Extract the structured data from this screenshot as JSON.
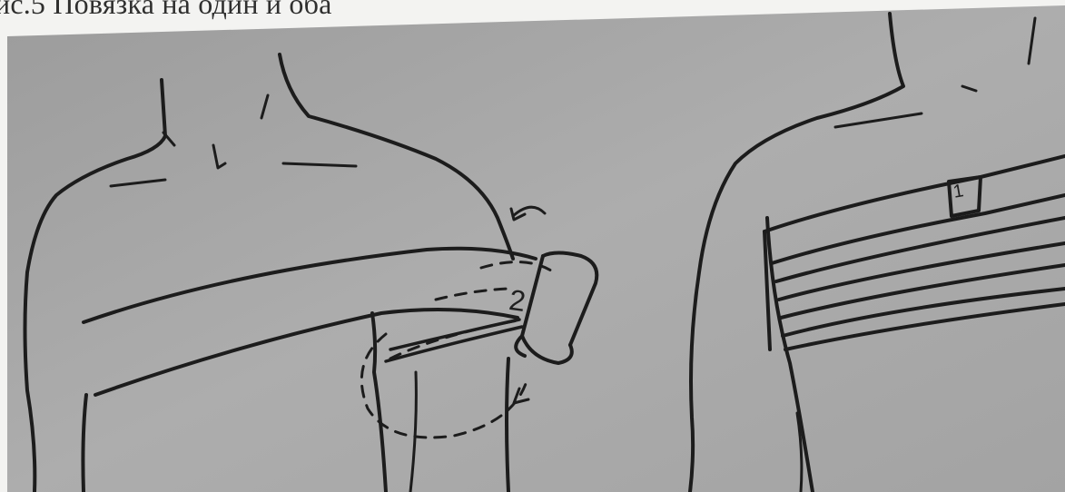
{
  "caption": "ис.5 Повязка на один и оба",
  "figure": {
    "labels": {
      "left": "2",
      "right": "1"
    }
  }
}
